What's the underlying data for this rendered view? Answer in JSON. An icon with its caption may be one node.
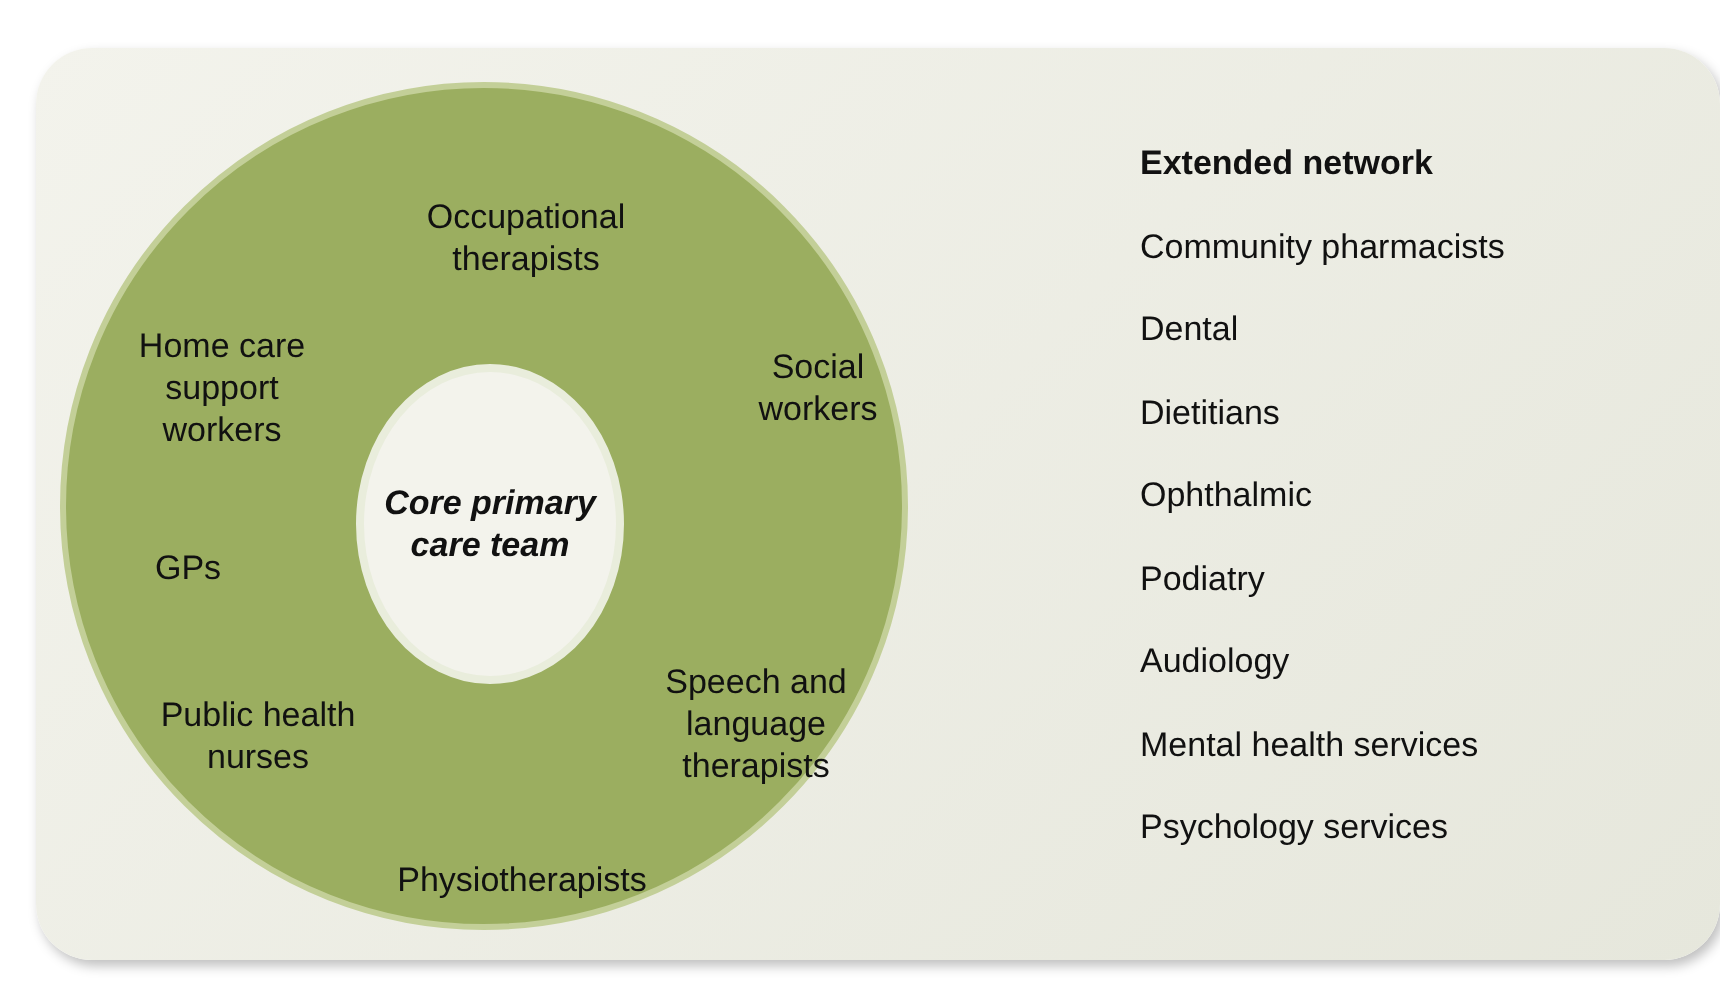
{
  "diagram": {
    "nodes": [
      {
        "text": [
          "Extended network",
          "Community pharmacists",
          "Dental",
          "Dietitians",
          "Ophthalmic",
          "Podiatry",
          "Audiology",
          "Mental health services",
          "Psychology services"
        ]
      },
      {
        "text": [
          "Occupational therapists",
          "Home care support workers",
          "Social workers",
          "GPs",
          "Public health nurses",
          "Speech and language therapists",
          "Physiotherapists"
        ],
        "in": 0
      },
      {
        "text": [
          "Core primary care team"
        ],
        "in": 1
      }
    ],
    "edges": []
  }
}
